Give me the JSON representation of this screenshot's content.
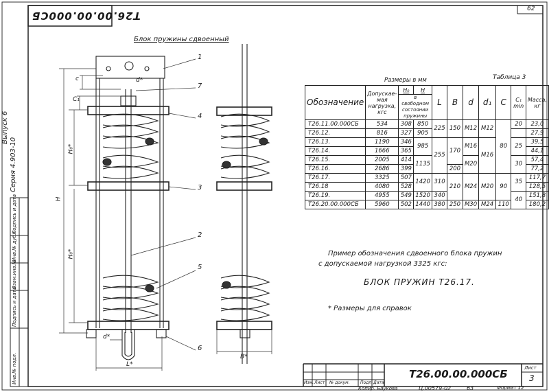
{
  "sheet": {
    "corner_number": "62",
    "stamp_code": "Т26.00.00.000СБ",
    "drawing_title": "Блок пружины сдвоенный",
    "series_label": "Серия 4.903-10",
    "issue_label": "Выпуск 6"
  },
  "drawing": {
    "dims": {
      "c": "c",
      "d_star": "d*",
      "c1": "C₁",
      "h0_star": "H₀*",
      "H": "H",
      "l_star": "L*",
      "b_star": "B*"
    },
    "callouts": [
      "1",
      "7",
      "4",
      "3",
      "2",
      "5",
      "6"
    ]
  },
  "table": {
    "label": "Таблица 3",
    "units_caption": "Размеры в мм",
    "headers": {
      "designation": "Обозначение",
      "load": "Допускае-мая нагрузка, кгс",
      "h0": "H₀",
      "h": "H",
      "free_state": "в свободном состоянии пружины",
      "L": "L",
      "B": "B",
      "d": "d",
      "d1": "d₁",
      "C": "C",
      "C1": "C₁ min",
      "mass": "Масса, кг"
    },
    "rows": [
      [
        "Т26.11.00.000СБ",
        "534",
        "308",
        "850",
        "20",
        "23,0"
      ],
      [
        "Т26.12.",
        "816",
        "327",
        "905",
        "",
        "27,9"
      ],
      [
        "Т26.13.",
        "1190",
        "346",
        "985",
        "25",
        "39,5"
      ],
      [
        "Т26.14.",
        "1666",
        "365",
        "",
        "",
        "44,1"
      ],
      [
        "Т26.15.",
        "2005",
        "414",
        "1135",
        "30",
        "57,4"
      ],
      [
        "Т26.16.",
        "2686",
        "399",
        "",
        "",
        "77,2"
      ],
      [
        "Т26.17.",
        "3325",
        "507",
        "1420",
        "35",
        "117,7"
      ],
      [
        "Т26.18",
        "4080",
        "528",
        "",
        "",
        "128,5"
      ],
      [
        "Т26.19.",
        "4955",
        "549",
        "1520",
        "40",
        "151,8"
      ],
      [
        "Т26.20.00.000СБ",
        "5960",
        "502",
        "1440",
        "",
        "180,2"
      ]
    ],
    "merged": {
      "L_225": "225",
      "L_255": "255",
      "L_310": "310",
      "L_340": "340",
      "L_380": "380",
      "B_150": "150",
      "B_170": "170",
      "B_200": "200",
      "B_210": "210",
      "B_250": "250",
      "d_m12": "M12",
      "d_m16": "M16",
      "d_m20": "M20",
      "d_m24": "M24",
      "d_m30": "M30",
      "d1_m12": "M12",
      "d1_m16": "M16",
      "d1_m20": "M20",
      "d1_m24": "M24",
      "C_80": "80",
      "C_90": "90",
      "C_110": "110"
    }
  },
  "example": {
    "line1": "Пример обозначения сдвоенного блока пружин",
    "line2": "с допускаемой нагрузкой 3325 кгс:",
    "designation": "БЛОК ПРУЖИН Т26.17.",
    "footnote": "* Размеры для справок"
  },
  "side_strip": [
    "Инв.№ подл.",
    "Подпись и дата",
    "Взам.инв.№",
    "Инв.№ дубл.",
    "Подпись и дата"
  ],
  "title_block": {
    "code": "Т26.00.00.000СБ",
    "sheet_label": "Лист",
    "sheet_number": "3",
    "columns": [
      "Изм.",
      "Лист",
      "№ докум.",
      "Подп.",
      "Дата"
    ],
    "copied": "Копир. Баукова",
    "archive": "Ц.00579-02",
    "page": "63",
    "format": "Формат 12"
  }
}
